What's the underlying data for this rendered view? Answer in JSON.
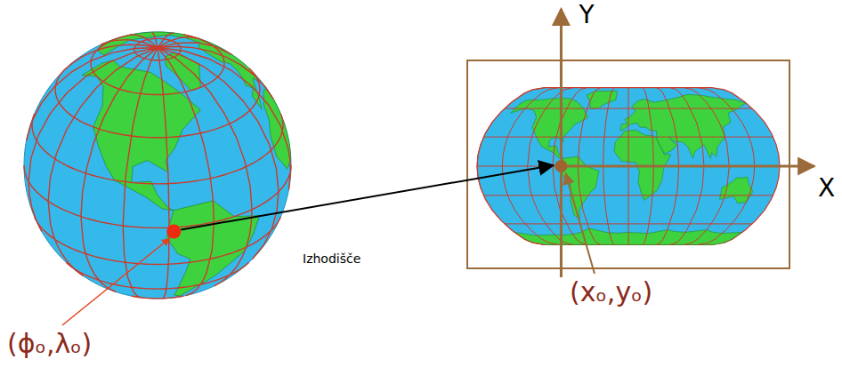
{
  "diagram": {
    "labels": [
      "Y",
      "X",
      "Izhodišče",
      "(ϕₒ,λₒ)",
      "(xₒ,yₒ)"
    ]
  }
}
